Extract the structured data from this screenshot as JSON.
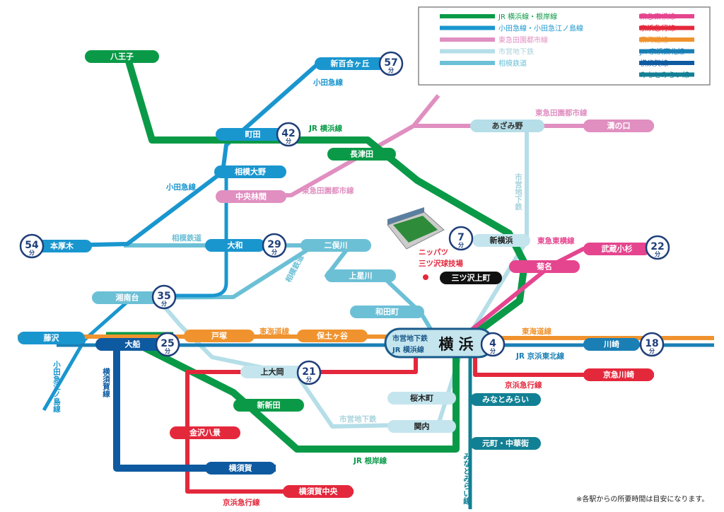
{
  "legend": [
    {
      "label": "JR 横浜線・根岸線",
      "color": "#0a9a47"
    },
    {
      "label": "小田急線・小田急江ノ島線",
      "color": "#1a96cf"
    },
    {
      "label": "東急田園都市線",
      "color": "#e08fc0"
    },
    {
      "label": "市営地下鉄",
      "color": "#b5dee8"
    },
    {
      "label": "相模鉄道",
      "color": "#6cc0d6"
    },
    {
      "label": "東急東横線",
      "color": "#e5458f"
    },
    {
      "label": "京浜急行線",
      "color": "#e4283c"
    },
    {
      "label": "東海道線",
      "color": "#f0932e"
    },
    {
      "label": "JR 京浜東北線",
      "color": "#1a7fb5"
    },
    {
      "label": "横須賀線",
      "color": "#0e5aa0"
    },
    {
      "label": "みなとみらい線",
      "color": "#128094"
    }
  ],
  "stations": {
    "hachioji": "八王子",
    "shinyurigaoka": "新百合ヶ丘",
    "machida": "町田",
    "nagatsuta": "長津田",
    "sagamiono": "相模大野",
    "chuorinkan": "中央林間",
    "azamino": "あざみ野",
    "mizonokuchi": "溝の口",
    "honatsugi": "本厚木",
    "yamato": "大和",
    "futamatagawa": "二俣川",
    "shinyokohama": "新横浜",
    "kikuna": "菊名",
    "musashikosugi": "武蔵小杉",
    "mitsuzawakamicho": "三ツ沢上町",
    "kamihoshikawa": "上星川",
    "wadamachi": "和田町",
    "shonandai": "湘南台",
    "fujisawa": "藤沢",
    "ofuna": "大船",
    "totsuka": "戸塚",
    "hodogaya": "保土ヶ谷",
    "kawasaki": "川崎",
    "kamiooka": "上大岡",
    "keikyukawasaki": "京急川崎",
    "shinsugita": "新新田",
    "sakuragicho": "桜木町",
    "minatomirai": "みなとみらい",
    "kanazawahakkei": "金沢八景",
    "kannai": "関内",
    "motomachi": "元町・中華街",
    "yokosuka": "横須賀",
    "yokosukachuo": "横須賀中央"
  },
  "yokohama": {
    "name": "横 浜",
    "line1": "市営地下鉄",
    "line2": "JR 横浜線"
  },
  "time_unit": "分",
  "times": {
    "shinyurigaoka": "57",
    "machida": "42",
    "honatsugi": "54",
    "yamato": "29",
    "shinyokohama": "7",
    "musashikosugi": "22",
    "shonandai": "35",
    "ofuna": "25",
    "yokohama": "4",
    "kawasaki": "18",
    "kamiooka": "21"
  },
  "line_labels": {
    "odakyu_top": "小田急線",
    "jr_yokohama": "JR 横浜線",
    "denentoshi_right": "東急田園都市線",
    "denentoshi_left": "東急田園都市線",
    "subway_vertical": "市営地下鉄",
    "odakyu_left": "小田急線",
    "sotetsu_top": "相模鉄道",
    "sotetsu_diag": "相模鉄道",
    "toyoko": "東急東横線",
    "tokaido_left": "東海道線",
    "tokaido_right": "東海道線",
    "keihintohoku": "JR 京浜東北線",
    "keikyu_right": "京浜急行線",
    "subway_bottom": "市営地下鉄",
    "negishi": "JR 根岸線",
    "yokosuka_line": "横須賀線",
    "enoshima": "小田急江ノ島線",
    "keikyu_bottom": "京浜急行線",
    "minatomirai_line": "みなとみらい線"
  },
  "stadium": {
    "line1": "ニッパツ",
    "line2": "三ツ沢球技場"
  },
  "note": "※各駅からの所要時間は目安になります。"
}
